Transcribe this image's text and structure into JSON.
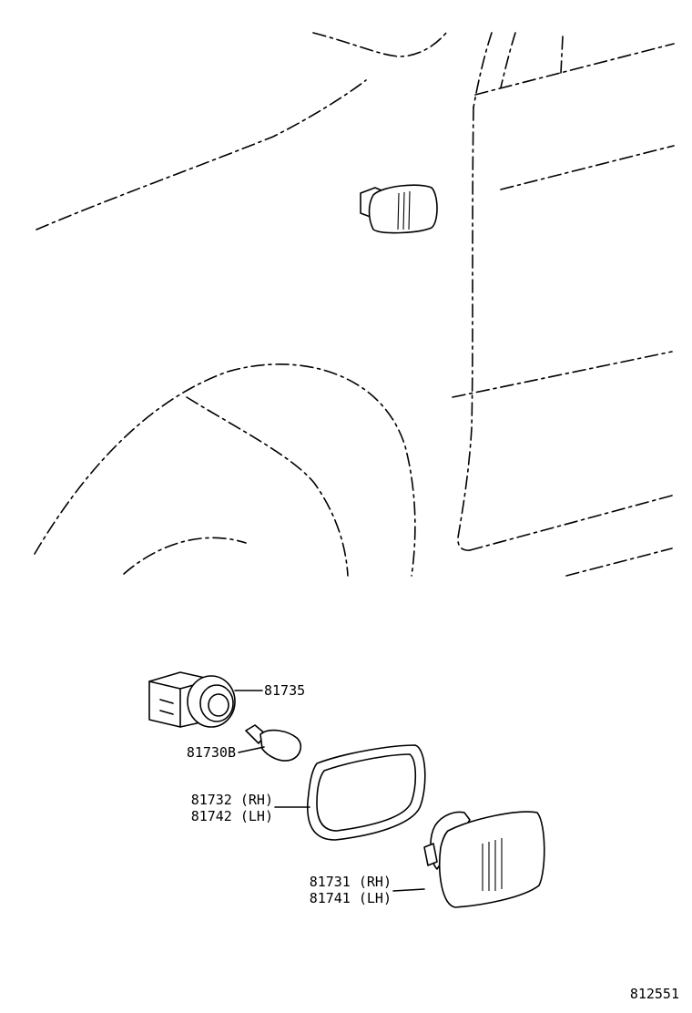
{
  "parts": {
    "socket": {
      "number": "81735"
    },
    "bulb": {
      "number": "81730B"
    },
    "gasket": {
      "number_rh": "81732 (RH)",
      "number_lh": "81742 (LH)"
    },
    "lens": {
      "number_rh": "81731 (RH)",
      "number_lh": "81741 (LH)"
    }
  },
  "figure": {
    "id": "812551"
  }
}
